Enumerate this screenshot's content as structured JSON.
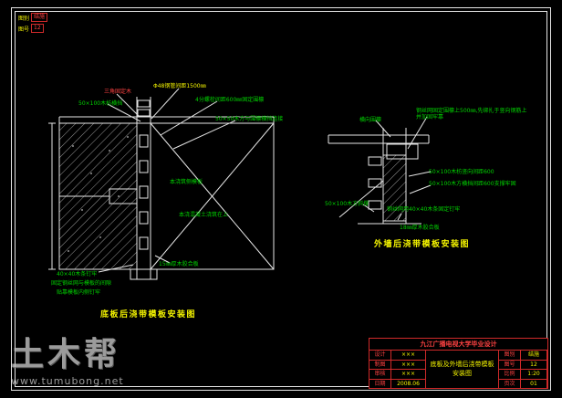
{
  "colors": {
    "line": "#e6e6e6",
    "green": "#00d400",
    "yellow": "#f5f500",
    "red": "#ff4242",
    "title_block_line": "#d02a2a",
    "watermark": "#c2c2c2"
  },
  "corner_stamp": {
    "rows": [
      {
        "prefix": "图别",
        "box": "结施"
      },
      {
        "prefix": "图号",
        "box": "12"
      }
    ]
  },
  "left_drawing": {
    "title": "底板后浇带模板安装图",
    "annotations": [
      {
        "text": "三角固定木",
        "color": "#ff4242"
      },
      {
        "text": "50×100木枋横挡",
        "color": "#00d400"
      },
      {
        "text": "Φ48钢管间距1500㎜",
        "color": "#f5f500"
      },
      {
        "text": "4分螺栓间距600㎜固定围檩",
        "color": "#00d400"
      },
      {
        "text": "50×50木方与围檩横挡连接",
        "color": "#00d400"
      },
      {
        "text": "本浇筑侧模板",
        "color": "#00d400"
      },
      {
        "text": "本浇混凝土浇筑在上",
        "color": "#00d400"
      },
      {
        "text": "15㎜厚木胶合板",
        "color": "#00d400"
      },
      {
        "text": "40×40木条钉牢",
        "color": "#00d400"
      },
      {
        "text": "固定钢丝网与模板的间隙",
        "color": "#00d400"
      },
      {
        "text": "贴靠模板内侧钉牢",
        "color": "#00d400"
      }
    ]
  },
  "right_drawing": {
    "title": "外墙后浇带模板安装图",
    "annotations": [
      {
        "text": "横向围檩",
        "color": "#00d400"
      },
      {
        "text": "钢丝网固定围檩上500㎜,先绑扎于竖向钢筋上并加固牢靠",
        "color": "#00d400"
      },
      {
        "text": "50×100木枋竖向间距600",
        "color": "#00d400"
      },
      {
        "text": "50×100木方横挡间距600支撑牢固",
        "color": "#00d400"
      },
      {
        "text": "50×100木方斜撑",
        "color": "#00d400"
      },
      {
        "text": "钢丝网用40×40木条固定钉牢",
        "color": "#00d400"
      },
      {
        "text": "18㎜厚木胶合板",
        "color": "#00d400"
      }
    ]
  },
  "title_block": {
    "header": "九江广播电视大学毕业设计",
    "subject": "底板及外墙后浇带模板安装图",
    "left_rows": [
      {
        "label": "设计",
        "value": "×××"
      },
      {
        "label": "制图",
        "value": "×××"
      },
      {
        "label": "审核",
        "value": "×××"
      },
      {
        "label": "日期",
        "value": "2008.06"
      }
    ],
    "right_rows": [
      {
        "label": "图别",
        "value": "结施"
      },
      {
        "label": "图号",
        "value": "12"
      },
      {
        "label": "比例",
        "value": "1:20"
      },
      {
        "label": "页次",
        "value": "01"
      }
    ]
  },
  "watermark": {
    "brand": "土木帮",
    "url": "www.tumubong.net"
  }
}
